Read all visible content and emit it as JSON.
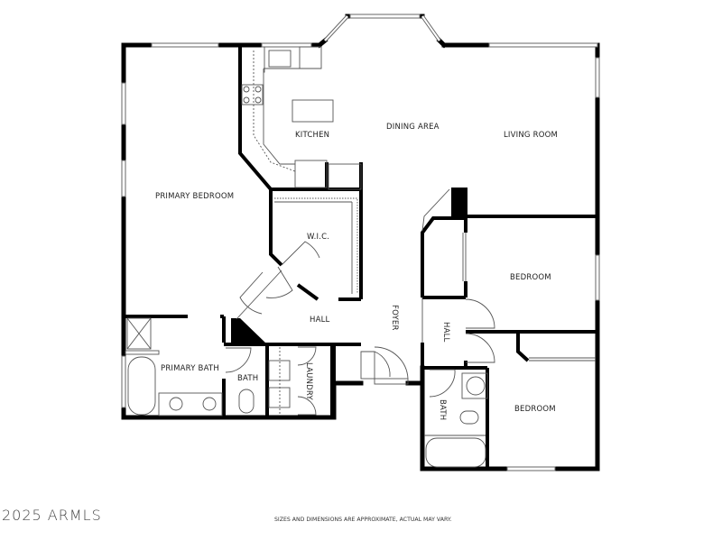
{
  "plan": {
    "rooms": {
      "kitchen": "KITCHEN",
      "dining": "DINING AREA",
      "living": "LIVING ROOM",
      "primary_bedroom": "PRIMARY BEDROOM",
      "wic": "W.I.C.",
      "hall_main": "HALL",
      "foyer": "FOYER",
      "primary_bath": "PRIMARY BATH",
      "bath_small": "BATH",
      "laundry": "LAUNDRY",
      "bedroom_1": "BEDROOM",
      "hall_side": "HALL",
      "bath_side": "BATH",
      "bedroom_2": "BEDROOM"
    },
    "colors": {
      "wall": "#000000",
      "line": "#555555",
      "background": "#ffffff"
    }
  },
  "footer": {
    "watermark": "2025 ARMLS",
    "disclaimer": "SIZES AND DIMENSIONS ARE APPROXIMATE, ACTUAL MAY VARY."
  }
}
